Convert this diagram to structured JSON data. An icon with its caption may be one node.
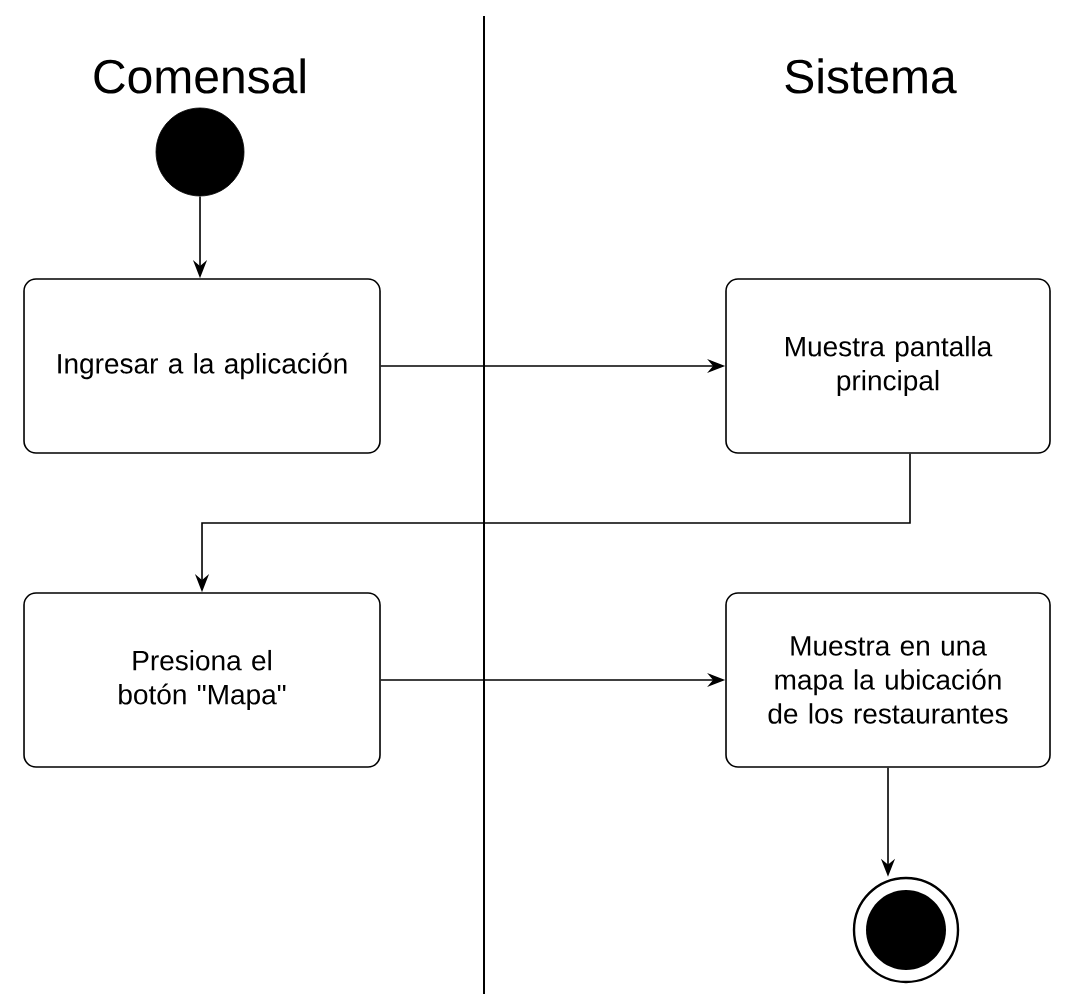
{
  "diagram": {
    "nodes": [
      {
        "text": [],
        "shape": "circle"
      },
      {
        "text": [
          "Ingresar a la aplicación"
        ]
      },
      {
        "text": [
          "Muestra pantalla principal"
        ]
      },
      {
        "text": [
          "Presiona el botón \"Mapa\""
        ]
      },
      {
        "text": [
          "Muestra en una mapa la ubicación de los restaurantes"
        ]
      },
      {
        "text": [],
        "shape": "circle"
      }
    ],
    "edges": [
      {
        "from": 0,
        "to": 1,
        "arrow": "to"
      },
      {
        "from": 1,
        "to": 2,
        "arrow": "to"
      },
      {
        "from": 2,
        "to": 3,
        "arrow": "to"
      },
      {
        "from": 3,
        "to": 4,
        "arrow": "to"
      },
      {
        "from": 4,
        "to": 5,
        "arrow": "to"
      }
    ],
    "labels": [
      "Comensal",
      "Sistema"
    ]
  }
}
